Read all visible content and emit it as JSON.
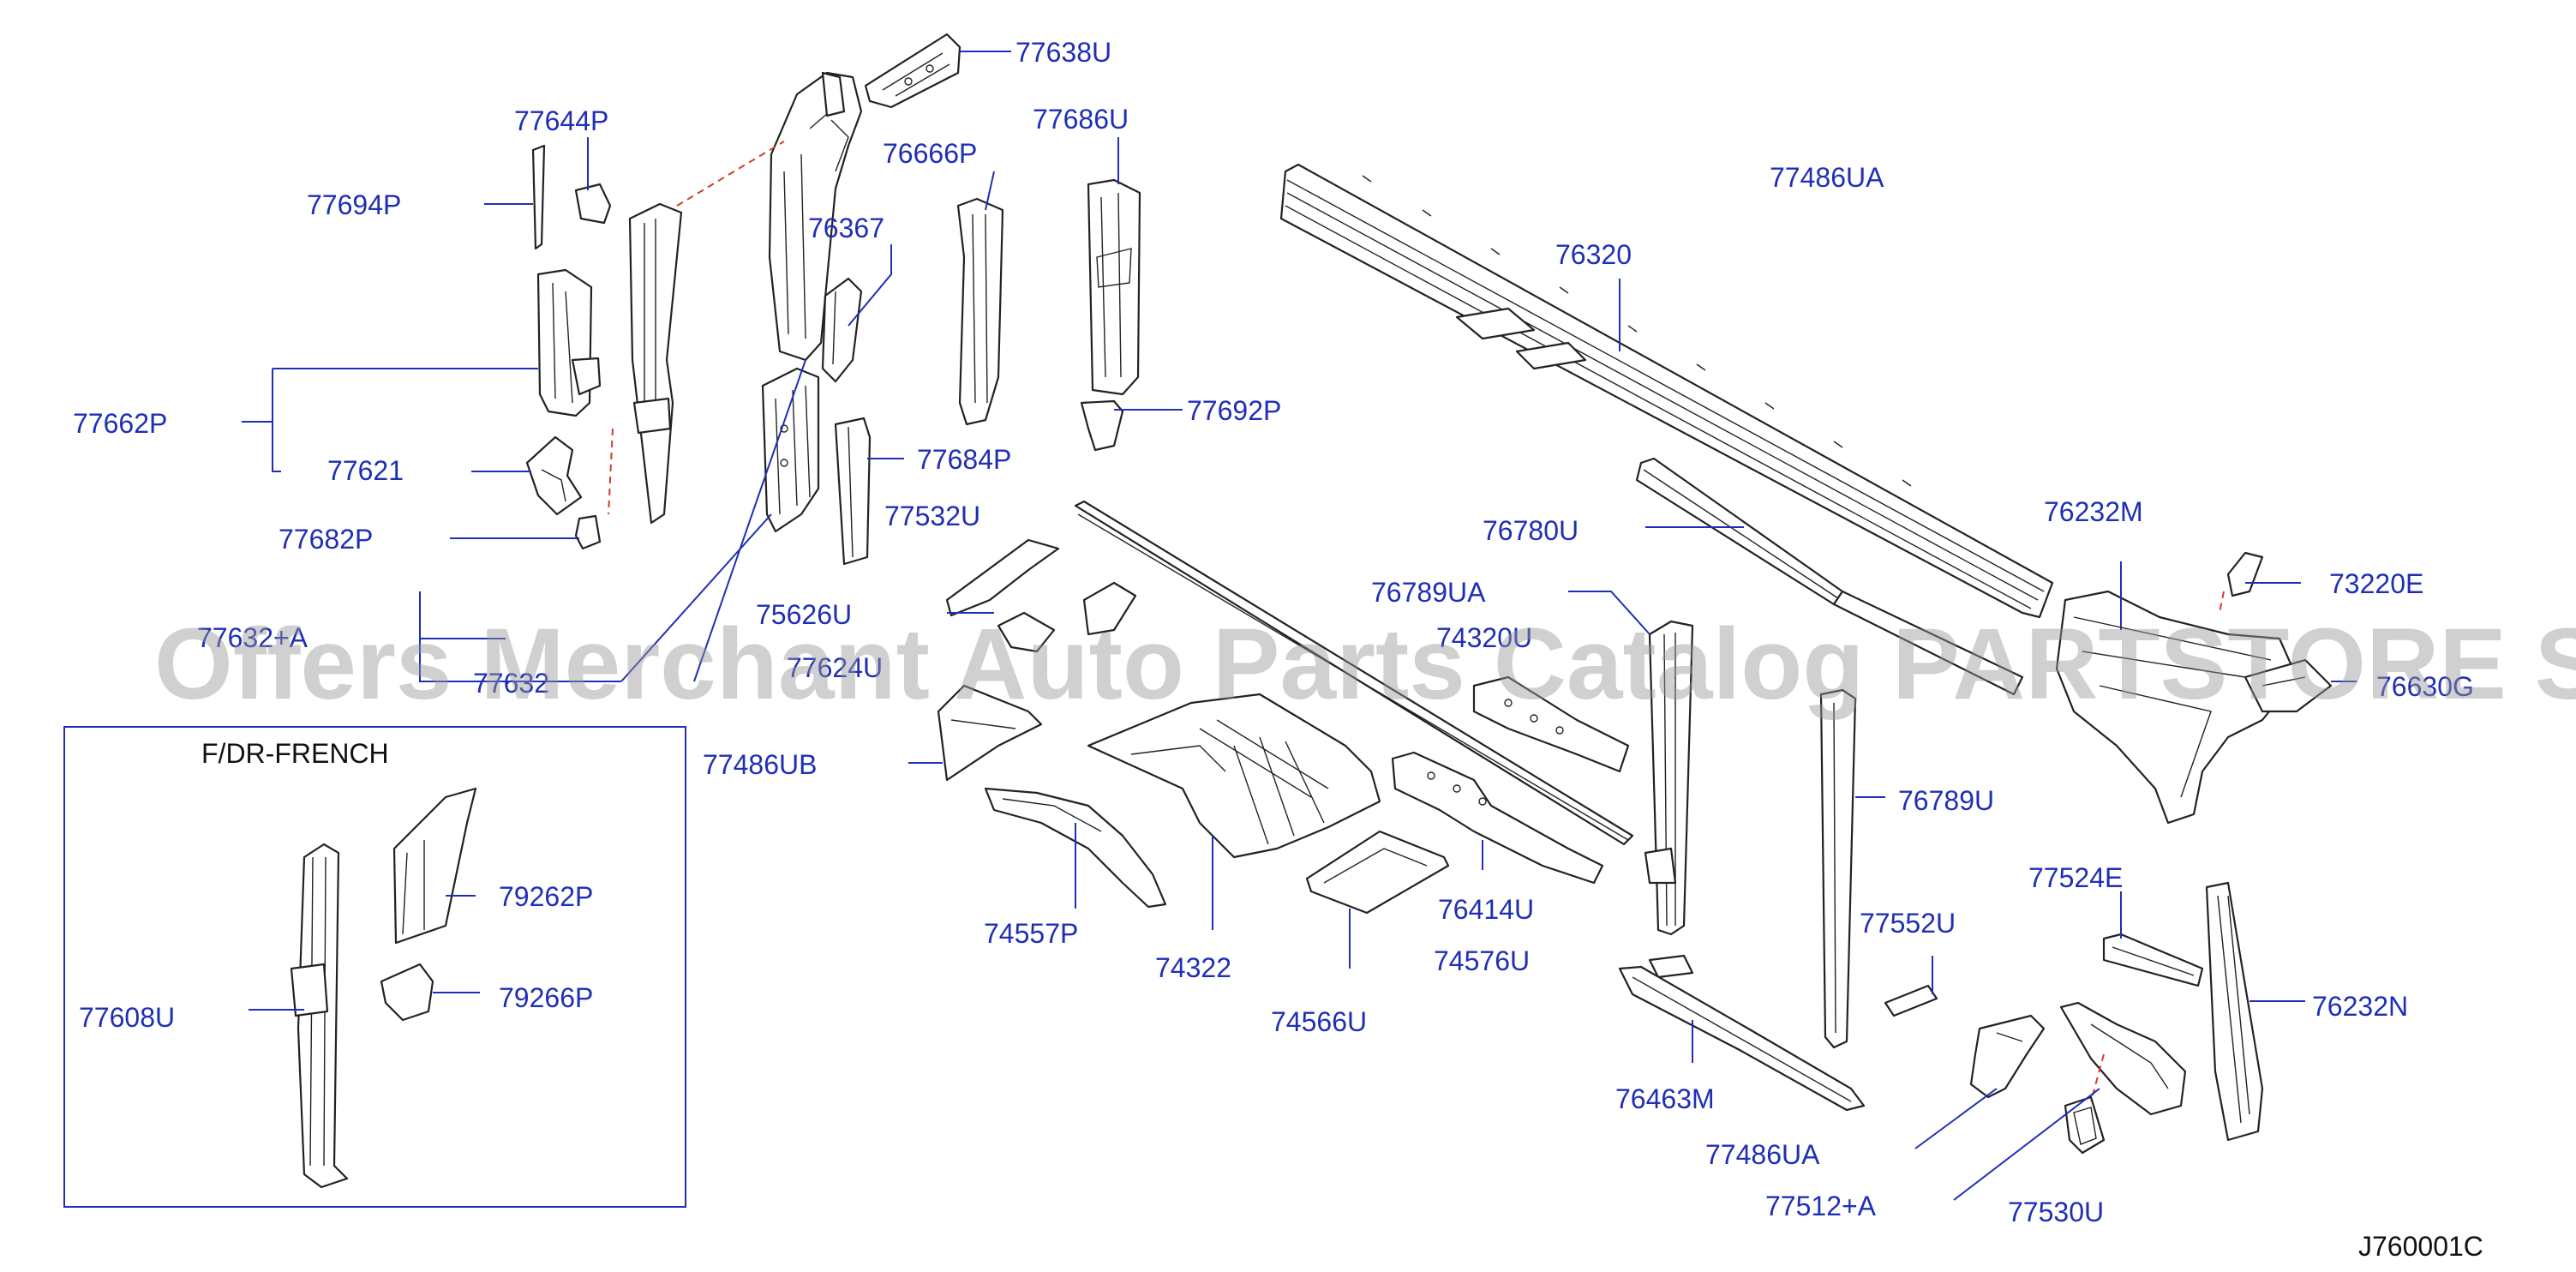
{
  "watermark": "Offers Merchant Auto Parts Catalog PARTSTORE SA",
  "diagram_code": "J760001C",
  "inset_title": "F/DR-FRENCH",
  "labels": {
    "p77638U": "77638U",
    "p77644P": "77644P",
    "p77686U": "77686U",
    "p77694P": "77694P",
    "p76666P": "76666P",
    "p76367": "76367",
    "p77486UA_top": "77486UA",
    "p76320": "76320",
    "p77662P": "77662P",
    "p77621": "77621",
    "p77692P": "77692P",
    "p77684P": "77684P",
    "p77682P": "77682P",
    "p77532U": "77532U",
    "p76232M": "76232M",
    "p76780U": "76780U",
    "p73220E": "73220E",
    "p76789UA": "76789UA",
    "p75626U": "75626U",
    "p77632A": "77632+A",
    "p74320U": "74320U",
    "p77632": "77632",
    "p77624U": "77624U",
    "p76630G": "76630G",
    "p77486UB": "77486UB",
    "p76789U": "76789U",
    "p79262P": "79262P",
    "p74557P": "74557P",
    "p76414U": "76414U",
    "p77524E": "77524E",
    "p74322": "74322",
    "p77552U": "77552U",
    "p74576U": "74576U",
    "p77608U": "77608U",
    "p79266P": "79266P",
    "p74566U": "74566U",
    "p76232N": "76232N",
    "p76463M": "76463M",
    "p77486UA_bottom": "77486UA",
    "p77512A": "77512+A",
    "p77530U": "77530U"
  },
  "colors": {
    "label": "#1f2fb5",
    "lines": "#222222",
    "dashed_connector": "#d43a2a",
    "watermark": "#969696"
  }
}
